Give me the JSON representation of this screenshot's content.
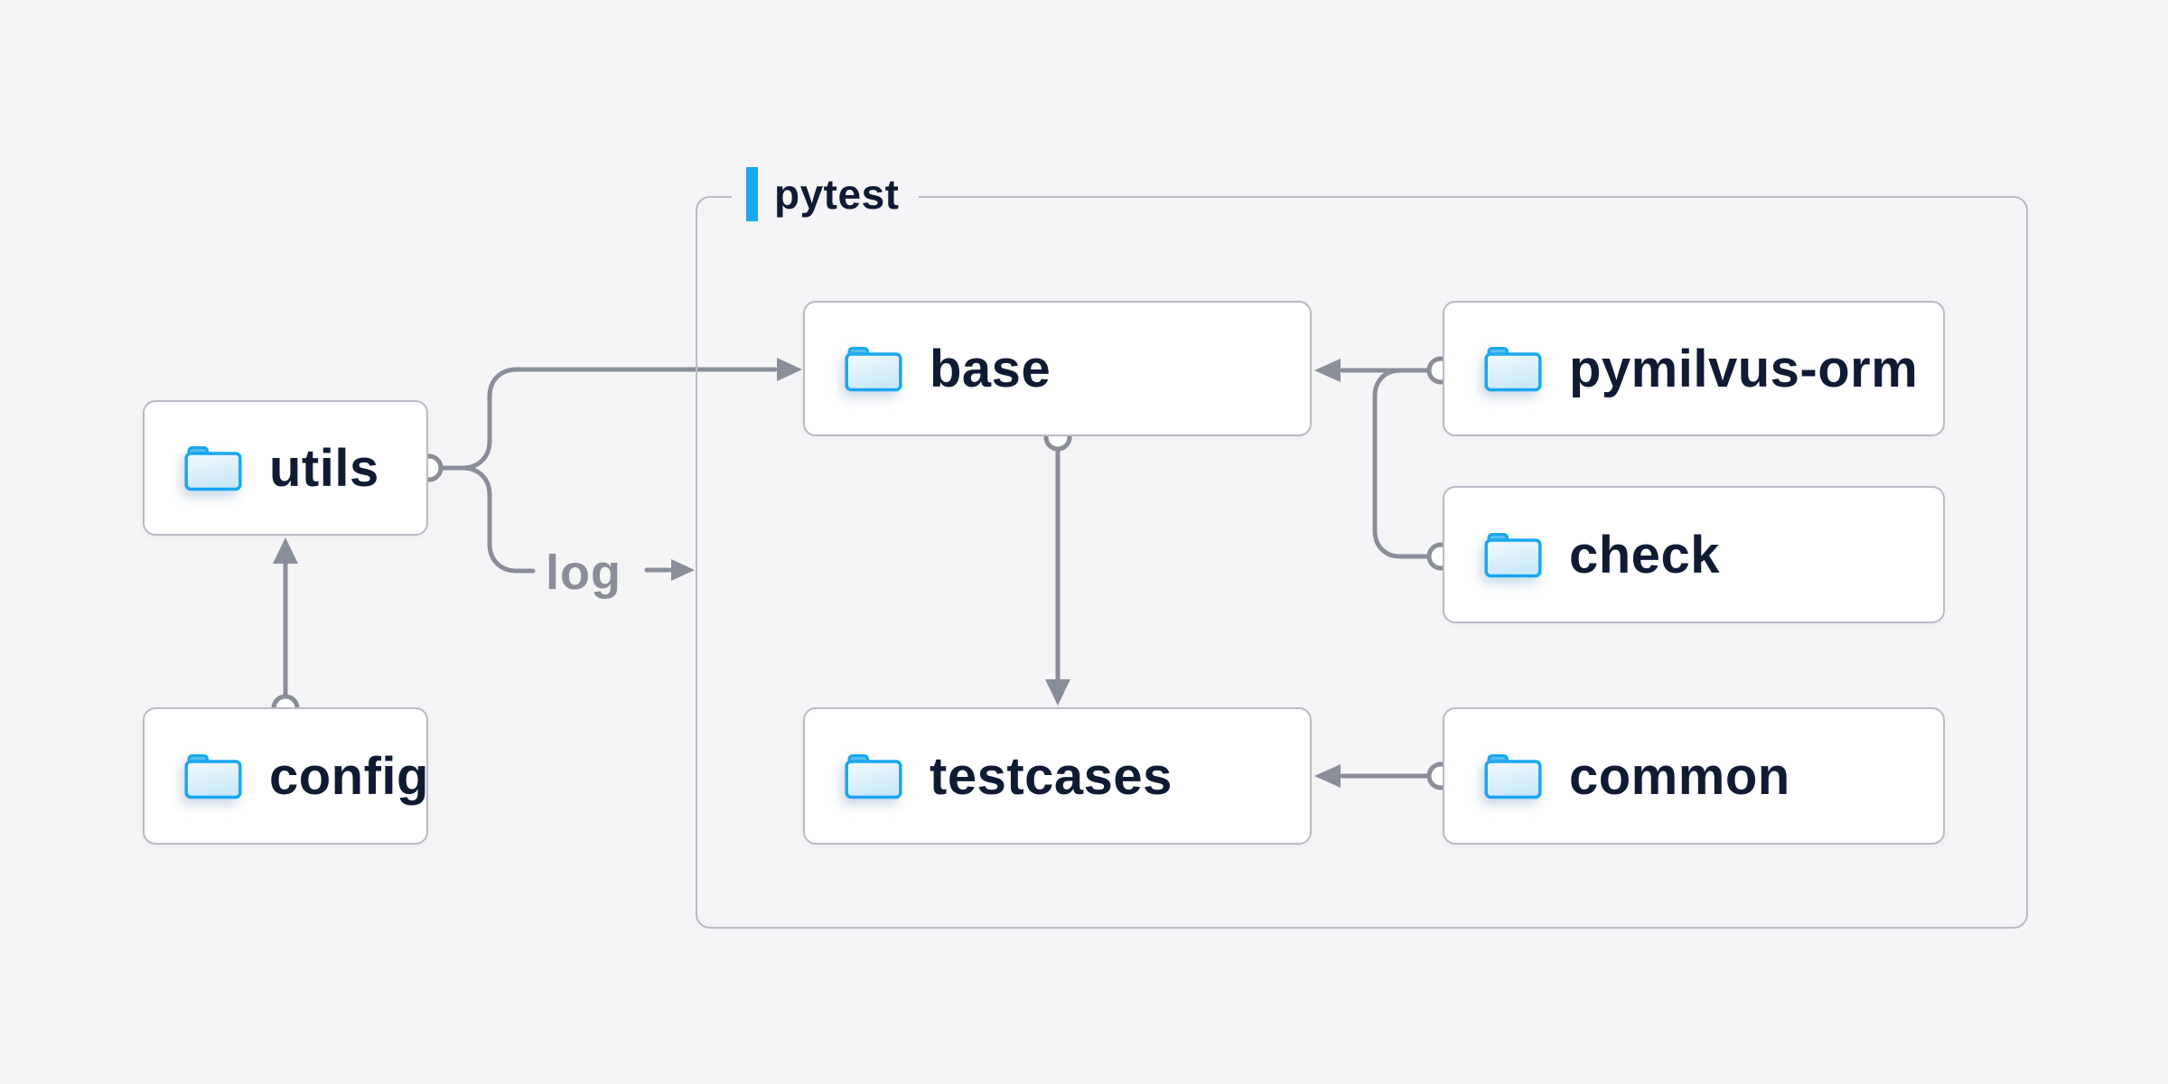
{
  "page": {
    "background_color": "#f5f5f7"
  },
  "diagram": {
    "type": "folder-dependency-diagram",
    "container": {
      "label": "pytest",
      "accent_color": "#18a9f1"
    },
    "nodes": {
      "utils": {
        "label": "utils",
        "icon": "folder-icon"
      },
      "config": {
        "label": "config",
        "icon": "folder-icon"
      },
      "base": {
        "label": "base",
        "icon": "folder-icon"
      },
      "pymilvus_orm": {
        "label": "pymilvus-orm",
        "icon": "folder-icon"
      },
      "check": {
        "label": "check",
        "icon": "folder-icon"
      },
      "testcases": {
        "label": "testcases",
        "icon": "folder-icon"
      },
      "common": {
        "label": "common",
        "icon": "folder-icon"
      }
    },
    "edges": [
      {
        "from": "config",
        "to": "utils",
        "style": "arrow"
      },
      {
        "from": "utils",
        "to": "base",
        "style": "arrow"
      },
      {
        "from": "utils",
        "to": "pytest",
        "style": "arrow",
        "label": "log"
      },
      {
        "from": "pymilvus-orm",
        "to": "base",
        "style": "arrow"
      },
      {
        "from": "check",
        "to": "base",
        "style": "arrow"
      },
      {
        "from": "base",
        "to": "testcases",
        "style": "arrow"
      },
      {
        "from": "common",
        "to": "testcases",
        "style": "arrow"
      }
    ],
    "edge_labels": {
      "log": "log"
    },
    "colors": {
      "text": "#101b33",
      "line": "#8a8e99",
      "node_border": "#b9bbc5",
      "node_background": "#ffffff",
      "accent": "#18a9f1",
      "folder_stroke": "#1aa7ee",
      "folder_tab": "#58bbec",
      "folder_fill_light": "#f2fafe",
      "folder_fill_dark": "#cbe8fa",
      "muted_label": "#8a8e99"
    }
  }
}
